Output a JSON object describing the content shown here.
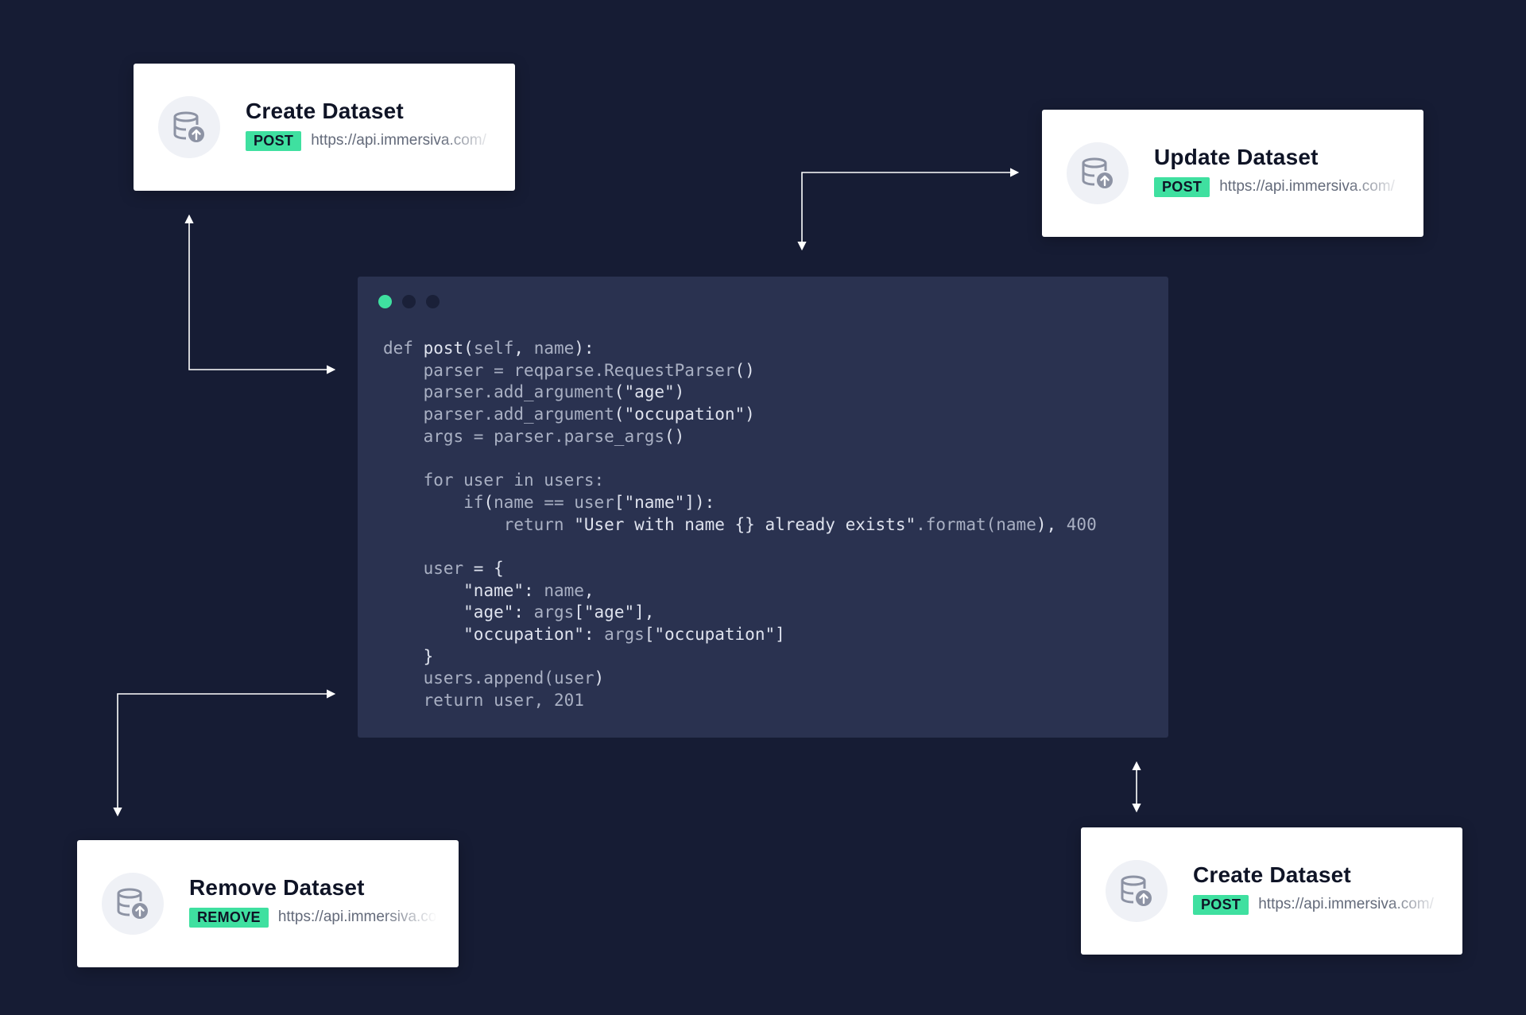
{
  "colors": {
    "background": "#161c34",
    "card_background": "#ffffff",
    "code_background": "#2a3250",
    "method_badge": "#3fe0a0",
    "window_dot_active": "#3fe0a0",
    "window_dot_inactive": "#1a2038",
    "connector": "#ffffff",
    "code_text": "#dfe3ee",
    "code_muted": "#a9b0c3"
  },
  "cards": [
    {
      "id": "create-dataset-top",
      "title": "Create Dataset",
      "method": "POST",
      "url": "https://api.immersiva.com/",
      "icon": "database-upload-icon"
    },
    {
      "id": "update-dataset",
      "title": "Update Dataset",
      "method": "POST",
      "url": "https://api.immersiva.com/",
      "icon": "database-upload-icon"
    },
    {
      "id": "remove-dataset",
      "title": "Remove Dataset",
      "method": "REMOVE",
      "url": "https://api.immersiva.com/",
      "icon": "database-upload-icon"
    },
    {
      "id": "create-dataset-bottom",
      "title": "Create Dataset",
      "method": "POST",
      "url": "https://api.immersiva.com/",
      "icon": "database-upload-icon"
    }
  ],
  "code_window": {
    "language": "python",
    "lines": [
      [
        [
          "def ",
          "m"
        ],
        [
          "post",
          "b"
        ],
        [
          "(",
          "b"
        ],
        [
          "self",
          "m"
        ],
        [
          ", ",
          "b"
        ],
        [
          "name",
          "m"
        ],
        [
          "):",
          "b"
        ]
      ],
      [
        [
          "    "
        ],
        [
          "parser = reqparse.RequestParser",
          "m"
        ],
        [
          "()",
          "b"
        ]
      ],
      [
        [
          "    "
        ],
        [
          "parser.add_argument",
          "m"
        ],
        [
          "(\"age\")",
          "b"
        ]
      ],
      [
        [
          "    "
        ],
        [
          "parser.add_argument",
          "m"
        ],
        [
          "(\"occupation\")",
          "b"
        ]
      ],
      [
        [
          "    "
        ],
        [
          "args = parser.parse_args",
          "m"
        ],
        [
          "()",
          "b"
        ]
      ],
      [],
      [
        [
          "    "
        ],
        [
          "for user in users:",
          "m"
        ]
      ],
      [
        [
          "        "
        ],
        [
          "if",
          "m"
        ],
        [
          "(",
          "b"
        ],
        [
          "name == user",
          "m"
        ],
        [
          "[\"name\"]):",
          "b"
        ]
      ],
      [
        [
          "            "
        ],
        [
          "return ",
          "m"
        ],
        [
          "\"User with name {} already exists\"",
          "b"
        ],
        [
          ".format(",
          "m"
        ],
        [
          "name",
          "m"
        ],
        [
          "), ",
          "b"
        ],
        [
          "400",
          "m"
        ]
      ],
      [],
      [
        [
          "    "
        ],
        [
          "user",
          "m"
        ],
        [
          " = {",
          "b"
        ]
      ],
      [
        [
          "        "
        ],
        [
          "\"name\"",
          "b"
        ],
        [
          ": ",
          "b"
        ],
        [
          "name",
          "m"
        ],
        [
          ",",
          "b"
        ]
      ],
      [
        [
          "        "
        ],
        [
          "\"age\"",
          "b"
        ],
        [
          ": ",
          "b"
        ],
        [
          "args",
          "m"
        ],
        [
          "[\"age\"],",
          "b"
        ]
      ],
      [
        [
          "        "
        ],
        [
          "\"occupation\"",
          "b"
        ],
        [
          ": ",
          "b"
        ],
        [
          "args",
          "m"
        ],
        [
          "[\"occupation\"]",
          "b"
        ]
      ],
      [
        [
          "    "
        ],
        [
          "}",
          "b"
        ]
      ],
      [
        [
          "    "
        ],
        [
          "users.append(",
          "m"
        ],
        [
          "user",
          "m"
        ],
        [
          ")",
          "b"
        ]
      ],
      [
        [
          "    "
        ],
        [
          "return user, ",
          "m"
        ],
        [
          "201",
          "m"
        ]
      ]
    ]
  },
  "connectors": [
    {
      "from": "create-dataset-top",
      "to": "code-window",
      "direction": "bidirectional"
    },
    {
      "from": "code-window",
      "to": "update-dataset",
      "direction": "bidirectional"
    },
    {
      "from": "code-window",
      "to": "remove-dataset",
      "direction": "bidirectional"
    },
    {
      "from": "code-window",
      "to": "create-dataset-bottom",
      "direction": "bidirectional"
    }
  ]
}
